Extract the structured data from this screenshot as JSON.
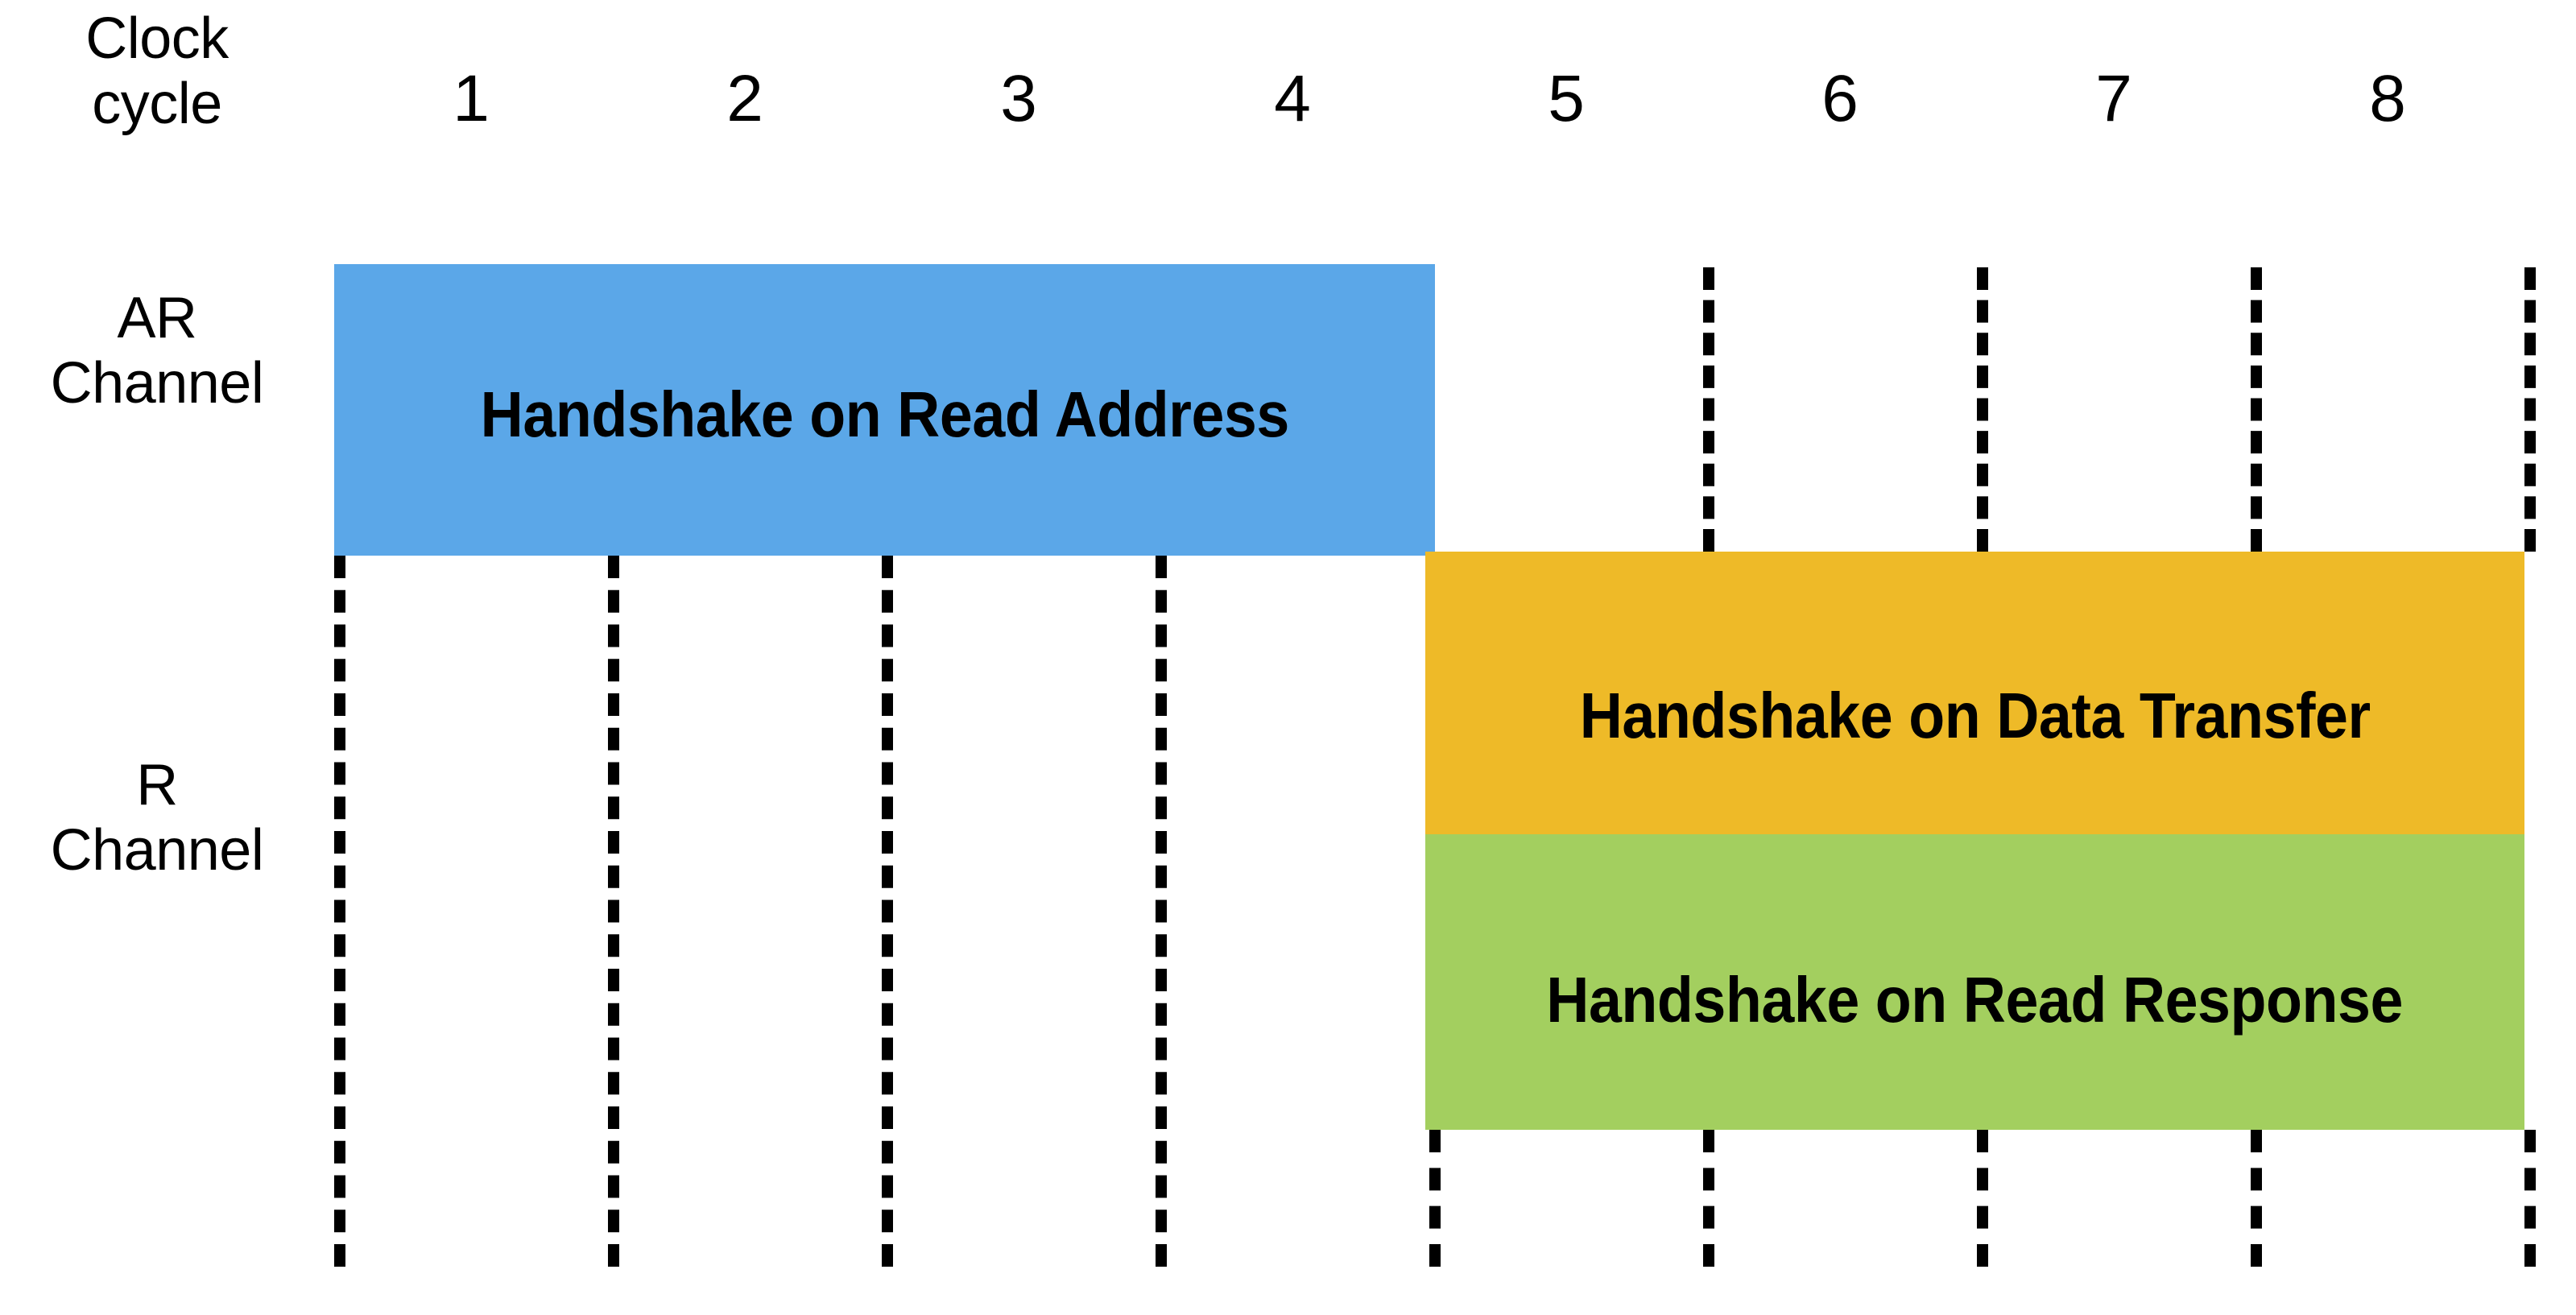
{
  "figure": {
    "type": "timing-diagram",
    "background_color": "#FFFFFF"
  },
  "axis": {
    "clock_cycle_label": "Clock\ncycle",
    "row_labels": [
      {
        "name": "ar-channel",
        "text": "AR\nChannel"
      },
      {
        "name": "r-channel",
        "text": "R\nChannel"
      }
    ],
    "cycle_numbers": [
      "1",
      "2",
      "3",
      "4",
      "5",
      "6",
      "7",
      "8"
    ]
  },
  "grid": {
    "line_color": "#000000",
    "style": "dashed",
    "count": 9
  },
  "bars": [
    {
      "name": "ar-handshake",
      "label": "Handshake on Read Address",
      "color": "#5BA7E8",
      "channel": "AR Channel",
      "start_cycle": 1,
      "end_cycle": 5
    },
    {
      "name": "data-transfer",
      "label": "Handshake on Data Transfer",
      "color": "#EEBA28",
      "channel": "R Channel",
      "start_cycle": 5,
      "end_cycle": 9
    },
    {
      "name": "read-response",
      "label": "Handshake on Read Response",
      "color": "#A3CF5F",
      "channel": "R Channel",
      "start_cycle": 5,
      "end_cycle": 9
    }
  ],
  "chart_data": {
    "type": "timing-diagram",
    "title": "",
    "xlabel": "Clock cycle",
    "ylabel": "",
    "categories": [
      "AR Channel",
      "R Channel"
    ],
    "x": [
      1,
      2,
      3,
      4,
      5,
      6,
      7,
      8
    ],
    "xlim": [
      1,
      9
    ],
    "grid": true,
    "legend": "none",
    "series": [
      {
        "name": "Handshake on Read Address",
        "row": "AR Channel",
        "color": "#5BA7E8",
        "span_cycles": [
          1,
          5
        ]
      },
      {
        "name": "Handshake on Data Transfer",
        "row": "R Channel",
        "color": "#EEBA28",
        "span_cycles": [
          5,
          9
        ]
      },
      {
        "name": "Handshake on Read Response",
        "row": "R Channel",
        "color": "#A3CF5F",
        "span_cycles": [
          5,
          9
        ]
      }
    ]
  }
}
